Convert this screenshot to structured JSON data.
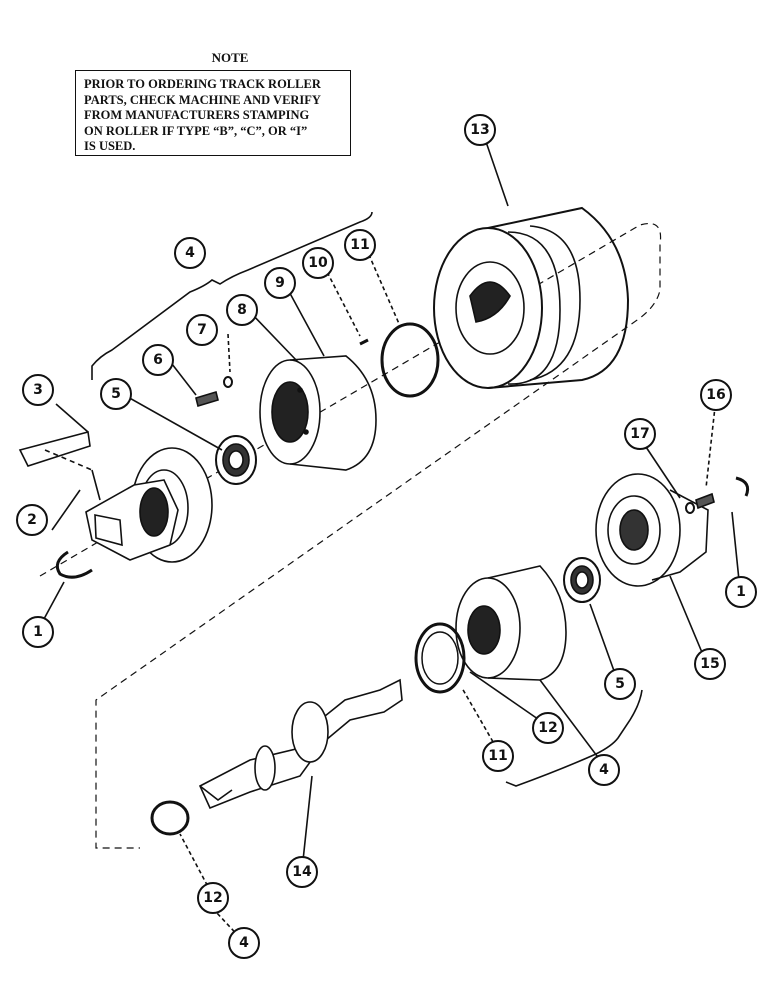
{
  "note": {
    "title": "NOTE",
    "text": "PRIOR TO ORDERING TRACK ROLLER\nPARTS, CHECK MACHINE AND VERIFY\nFROM MANUFACTURERS STAMPING\nON ROLLER IF TYPE “B”, “C”, OR “I”\nIS USED."
  },
  "callouts": [
    {
      "label": "1"
    },
    {
      "label": "2"
    },
    {
      "label": "3"
    },
    {
      "label": "4"
    },
    {
      "label": "5"
    },
    {
      "label": "6"
    },
    {
      "label": "7"
    },
    {
      "label": "8"
    },
    {
      "label": "9"
    },
    {
      "label": "10"
    },
    {
      "label": "11"
    },
    {
      "label": "13"
    },
    {
      "label": "17"
    },
    {
      "label": "16"
    },
    {
      "label": "1"
    },
    {
      "label": "15"
    },
    {
      "label": "5"
    },
    {
      "label": "12"
    },
    {
      "label": "11"
    },
    {
      "label": "4"
    },
    {
      "label": "14"
    },
    {
      "label": "12"
    },
    {
      "label": "4"
    }
  ]
}
